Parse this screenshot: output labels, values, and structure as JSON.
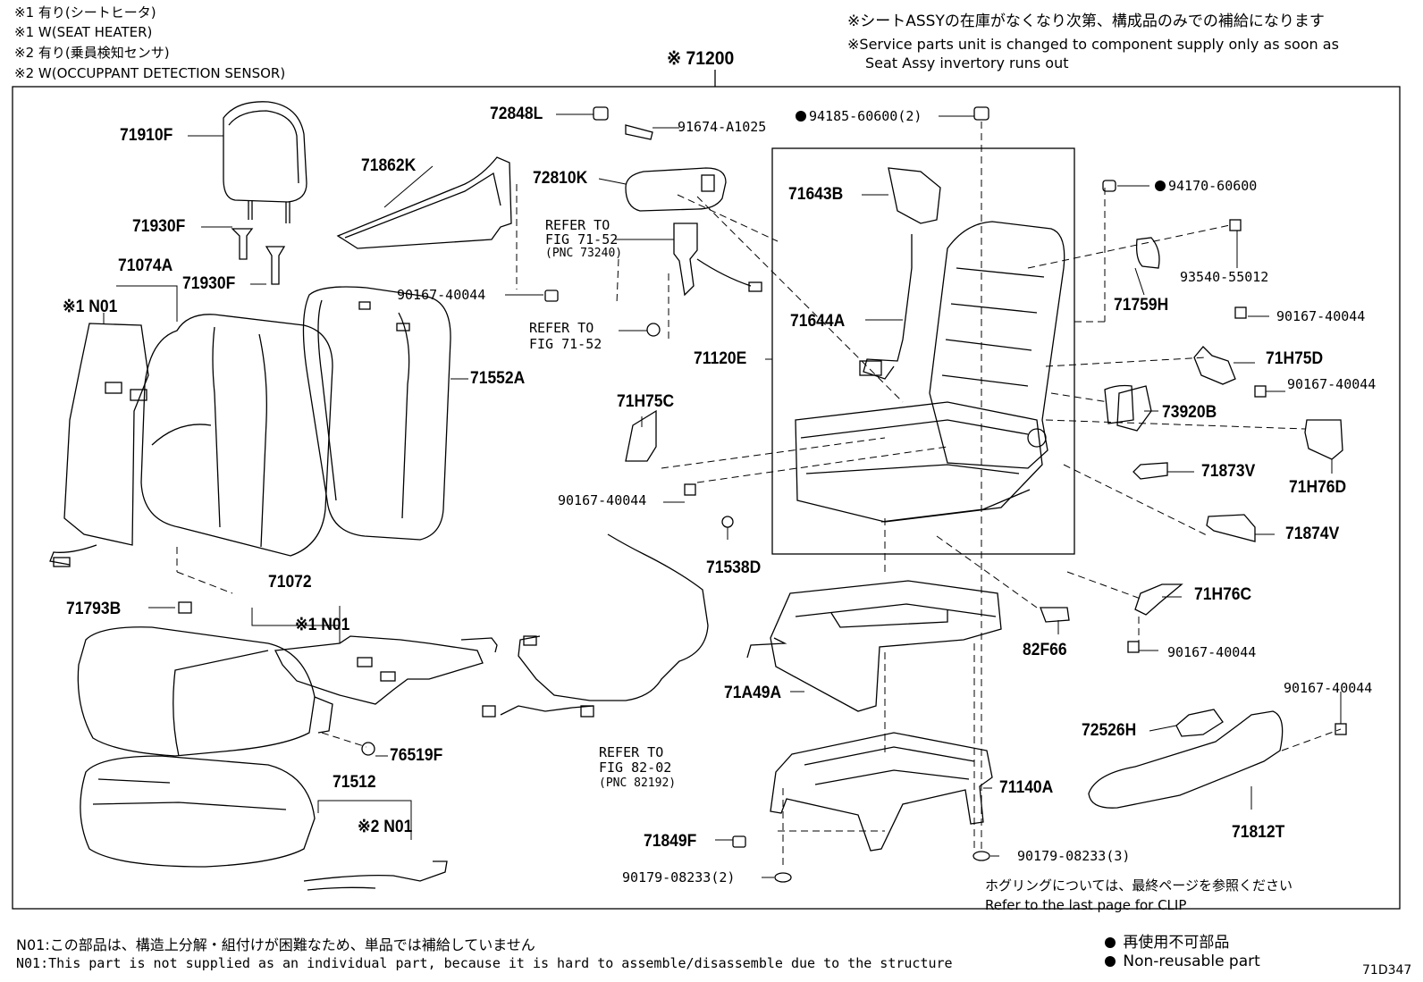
{
  "notes_top_left": [
    "※1 有り(シートヒータ)",
    "※1 W(SEAT HEATER)",
    "※2 有り(乗員検知センサ)",
    "※2 W(OCCUPPANT DETECTION SENSOR)"
  ],
  "notes_top_right": [
    "※シートASSYの在庫がなくなり次第、構成品のみでの補給になります",
    "※Service parts unit is changed to component supply only as soon as",
    "Seat Assy invertory runs out"
  ],
  "assembly_label": "※ 71200",
  "parts": {
    "p71910F": "71910F",
    "p71930F_a": "71930F",
    "p71930F_b": "71930F",
    "p71074A": "71074A",
    "p71074A_n01": "※1 N01",
    "p71862K": "71862K",
    "p72848L": "72848L",
    "p91674": "91674-A1025",
    "p72810K": "72810K",
    "p90167_a": "90167-40044",
    "p71552A": "71552A",
    "p71793B": "71793B",
    "p71072": "71072",
    "p71072_n01": "※1 N01",
    "p76519F": "76519F",
    "p71512": "71512",
    "p71512_n01": "※2 N01",
    "p71H75C": "71H75C",
    "p90167_b": "90167-40044",
    "p71538D": "71538D",
    "p94185": "94185-60600(2)",
    "p71643B": "71643B",
    "p71644A": "71644A",
    "p71120E": "71120E",
    "p94170": "94170-60600",
    "p93540": "93540-55012",
    "p71759H": "71759H",
    "p90167_c": "90167-40044",
    "p71H75D": "71H75D",
    "p90167_d": "90167-40044",
    "p73920B": "73920B",
    "p71873V": "71873V",
    "p71H76D": "71H76D",
    "p71874V": "71874V",
    "p71H76C": "71H76C",
    "p82F66": "82F66",
    "p90167_e": "90167-40044",
    "p71A49A": "71A49A",
    "p90167_f": "90167-40044",
    "p72526H": "72526H",
    "p71140A": "71140A",
    "p71812T": "71812T",
    "p71849F": "71849F",
    "p90179_a": "90179-08233(2)",
    "p90179_b": "90179-08233(3)"
  },
  "refers": {
    "r1": [
      "REFER TO",
      "FIG 71-52",
      "(PNC 73240)"
    ],
    "r2": [
      "REFER TO",
      "FIG 71-52"
    ],
    "r3": [
      "REFER TO",
      "FIG 82-02",
      "(PNC 82192)"
    ]
  },
  "clip_note": [
    "ホグリングについては、最終ページを参照ください",
    "Refer to the last page for CLIP"
  ],
  "footer_notes": [
    "N01:この部品は、構造上分解・組付けが困難なため、単品では補給していません",
    "N01:This part is not supplied as an individual part, because it is hard to assemble/disassemble due to the structure"
  ],
  "legend": [
    "再使用不可部品",
    "Non-reusable part"
  ],
  "diagram_id": "71D347"
}
